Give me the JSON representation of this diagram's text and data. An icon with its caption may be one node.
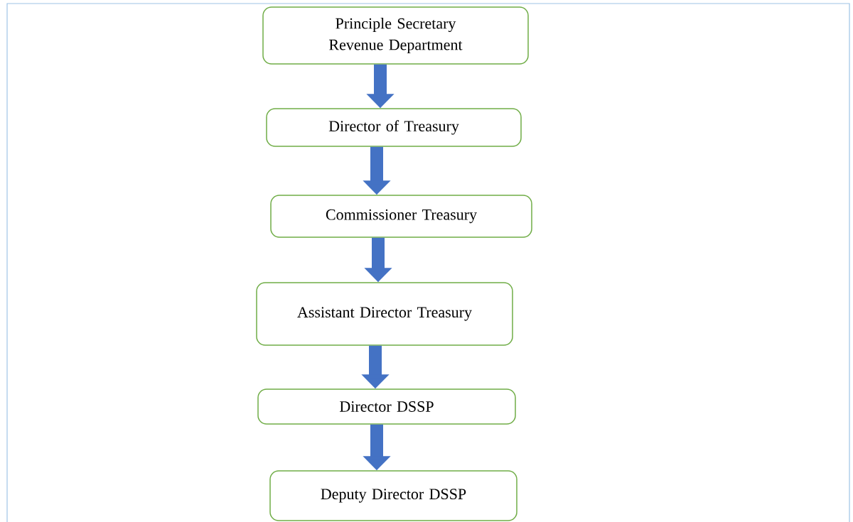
{
  "diagram": {
    "nodes": [
      {
        "text": [
          "Principle Secretary Revenue Department"
        ]
      },
      {
        "text": [
          "Director of Treasury"
        ]
      },
      {
        "text": [
          "Commissioner Treasury"
        ]
      },
      {
        "text": [
          "Assistant Director Treasury"
        ]
      },
      {
        "text": [
          "Director DSSP"
        ]
      },
      {
        "text": [
          "Deputy Director DSSP"
        ]
      }
    ],
    "edges": [
      {
        "from": 0,
        "to": 1,
        "arrow": "to"
      },
      {
        "from": 1,
        "to": 2,
        "arrow": "to"
      },
      {
        "from": 2,
        "to": 3,
        "arrow": "to"
      },
      {
        "from": 3,
        "to": 4,
        "arrow": "to"
      },
      {
        "from": 4,
        "to": 5,
        "arrow": "to"
      }
    ]
  }
}
